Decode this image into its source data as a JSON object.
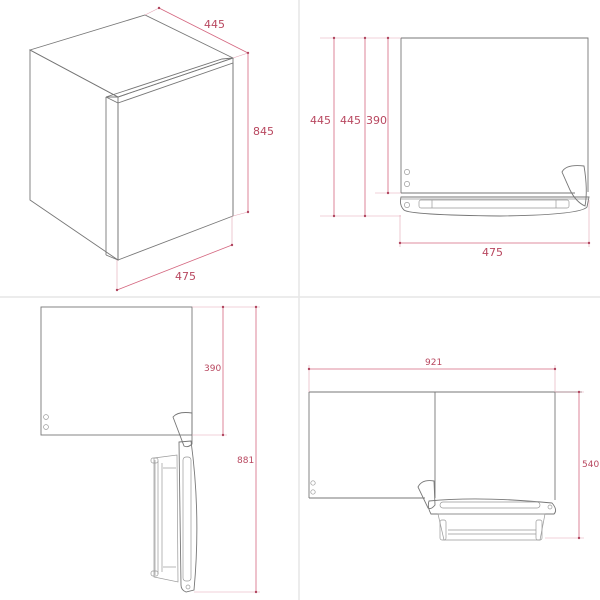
{
  "colors": {
    "dimension_line": "#d4667f",
    "dimension_text": "#b8475f",
    "outline": "#777777",
    "divider": "#e6e6e6",
    "background": "#ffffff"
  },
  "views": {
    "isometric": {
      "depth": "445",
      "height": "845",
      "width": "475"
    },
    "side_closed": {
      "depth_total": "445",
      "depth_body": "445",
      "depth_to_door": "390",
      "width": "475"
    },
    "side_open": {
      "depth_to_door": "390",
      "depth_open": "881"
    },
    "top_open": {
      "width_open": "921",
      "depth_open": "540"
    }
  },
  "units": "mm"
}
